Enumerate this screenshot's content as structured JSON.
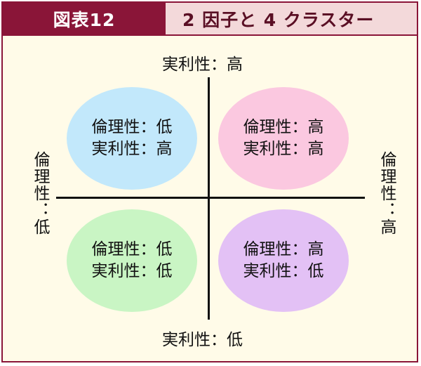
{
  "header": {
    "figure_label": "図表12",
    "title": "2 因子と 4 クラスター"
  },
  "axes": {
    "top": "実利性：高",
    "bottom": "実利性：低",
    "left": "倫理性：低",
    "right": "倫理性：高"
  },
  "clusters": [
    {
      "line1": "倫理性：低",
      "line2": "実利性：高",
      "color": "#c2e8fb"
    },
    {
      "line1": "倫理性：高",
      "line2": "実利性：高",
      "color": "#fbc8e0"
    },
    {
      "line1": "倫理性：低",
      "line2": "実利性：低",
      "color": "#c9f5c4"
    },
    {
      "line1": "倫理性：高",
      "line2": "実利性：低",
      "color": "#e3c1f5"
    }
  ],
  "colors": {
    "accent": "#8a1538",
    "header_bg": "#f3d9da",
    "panel_bg": "#fffbe8"
  }
}
